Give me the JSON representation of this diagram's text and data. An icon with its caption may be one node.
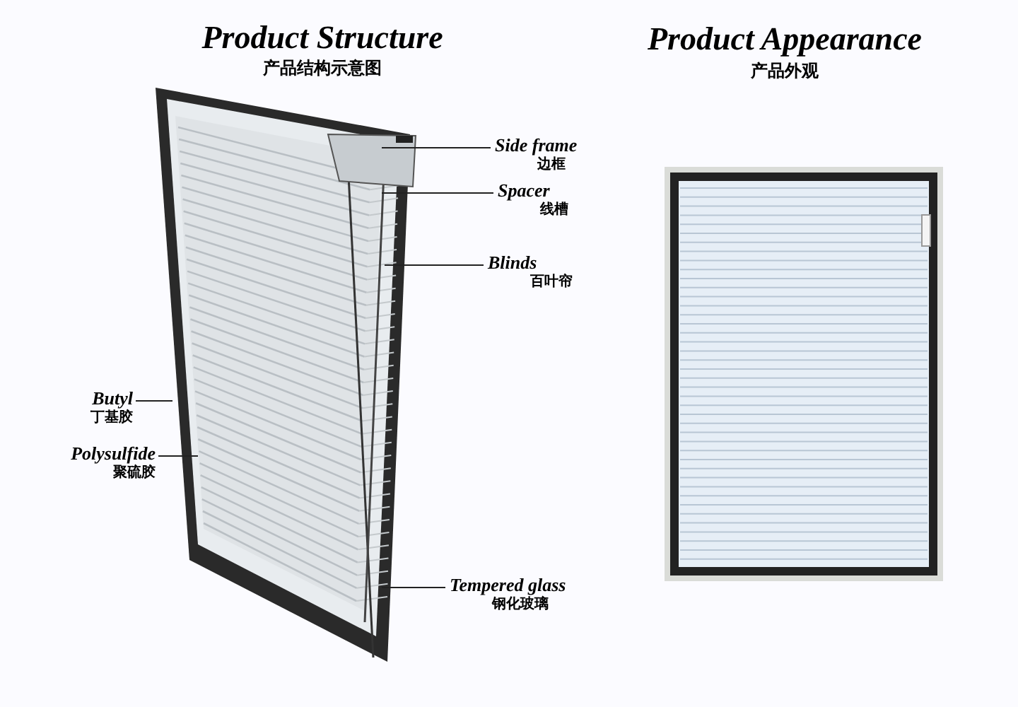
{
  "diagram": {
    "nodes": [
      {
        "text": [
          "Side frame",
          "边框"
        ]
      },
      {
        "text": [
          "Spacer",
          "线槽"
        ]
      },
      {
        "text": [
          "Blinds",
          "百叶帘"
        ]
      },
      {
        "text": [
          "Butyl",
          "丁基胶"
        ]
      },
      {
        "text": [
          "Polysulfide",
          "聚硫胶"
        ]
      },
      {
        "text": [
          "Tempered glass",
          "钢化玻璃"
        ]
      }
    ],
    "edges": [
      {
        "from": 0,
        "to": null,
        "arrow": "none"
      },
      {
        "from": 1,
        "to": null,
        "arrow": "none"
      },
      {
        "from": 2,
        "to": null,
        "arrow": "none"
      },
      {
        "from": 3,
        "to": null,
        "arrow": "none"
      },
      {
        "from": 4,
        "to": null,
        "arrow": "none"
      },
      {
        "from": 5,
        "to": null,
        "arrow": "none"
      }
    ],
    "labels": [
      "Product Structure",
      "产品结构示意图",
      "Product Appearance",
      "产品外观"
    ]
  }
}
